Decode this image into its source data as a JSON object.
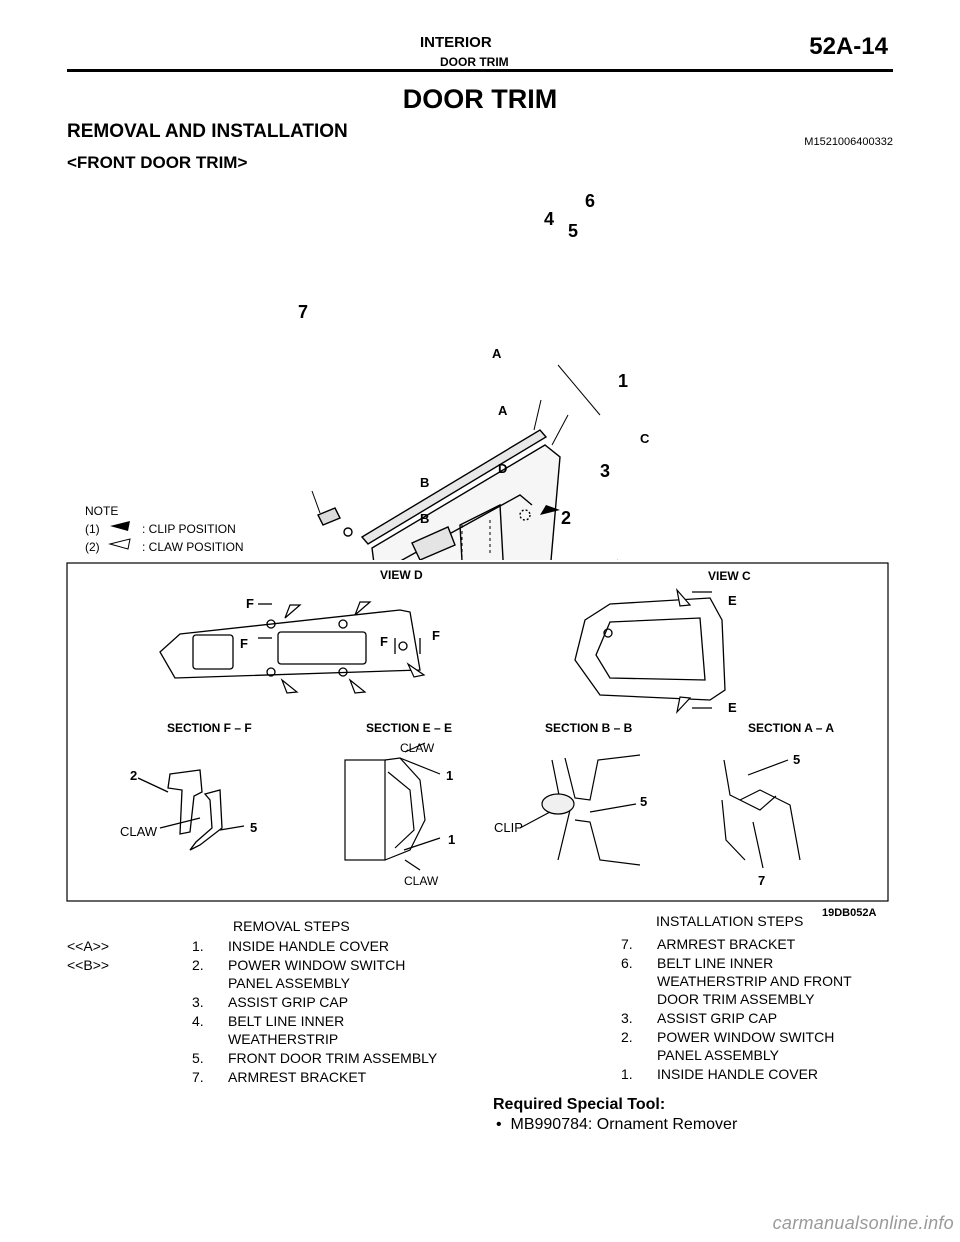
{
  "header": {
    "section": "INTERIOR",
    "subsection": "DOOR TRIM",
    "page": "52A-14"
  },
  "title": "DOOR TRIM",
  "subtitle": "REMOVAL AND INSTALLATION",
  "doc_id": "M1521006400332",
  "front_label": "<FRONT DOOR TRIM>",
  "diagram": {
    "callouts": [
      "1",
      "2",
      "3",
      "4",
      "5",
      "6",
      "7"
    ],
    "letters": [
      "A",
      "A",
      "B",
      "B",
      "C",
      "D"
    ],
    "note_title": "NOTE",
    "note_items": [
      {
        "num": "(1)",
        "text": ": CLIP POSITION"
      },
      {
        "num": "(2)",
        "text": ": CLAW POSITION"
      }
    ],
    "views": {
      "view_d": "VIEW D",
      "view_c": "VIEW C",
      "section_ff": "SECTION F – F",
      "section_ee": "SECTION E – E",
      "section_bb": "SECTION B – B",
      "section_aa": "SECTION A – A",
      "letter_f": "F",
      "letter_e": "E",
      "claw": "CLAW",
      "clip": "CLIP",
      "n1": "1",
      "n2": "2",
      "n5": "5",
      "n7": "7"
    },
    "figure_id": "19DB052A"
  },
  "removal": {
    "heading": "REMOVAL STEPS",
    "steps": [
      {
        "tag": "<<A>>",
        "num": "1.",
        "lines": [
          "INSIDE HANDLE COVER"
        ]
      },
      {
        "tag": "<<B>>",
        "num": "2.",
        "lines": [
          "POWER WINDOW SWITCH",
          "PANEL ASSEMBLY"
        ]
      },
      {
        "tag": "",
        "num": "3.",
        "lines": [
          "ASSIST GRIP CAP"
        ]
      },
      {
        "tag": "",
        "num": "4.",
        "lines": [
          "BELT LINE INNER",
          "WEATHERSTRIP"
        ]
      },
      {
        "tag": "",
        "num": "5.",
        "lines": [
          "FRONT DOOR TRIM ASSEMBLY"
        ]
      },
      {
        "tag": "",
        "num": "7.",
        "lines": [
          "ARMREST BRACKET"
        ]
      }
    ]
  },
  "installation": {
    "heading": "INSTALLATION STEPS",
    "steps": [
      {
        "num": "7.",
        "lines": [
          "ARMREST BRACKET"
        ]
      },
      {
        "num": "6.",
        "lines": [
          "BELT LINE INNER",
          "WEATHERSTRIP AND FRONT",
          "DOOR TRIM ASSEMBLY"
        ]
      },
      {
        "num": "3.",
        "lines": [
          "ASSIST GRIP CAP"
        ]
      },
      {
        "num": "2.",
        "lines": [
          "POWER WINDOW SWITCH",
          "PANEL ASSEMBLY"
        ]
      },
      {
        "num": "1.",
        "lines": [
          "INSIDE HANDLE COVER"
        ]
      }
    ]
  },
  "special_tool": {
    "heading": "Required Special Tool:",
    "items": [
      "MB990784: Ornament Remover"
    ]
  },
  "watermark": "carmanualsonline.info"
}
